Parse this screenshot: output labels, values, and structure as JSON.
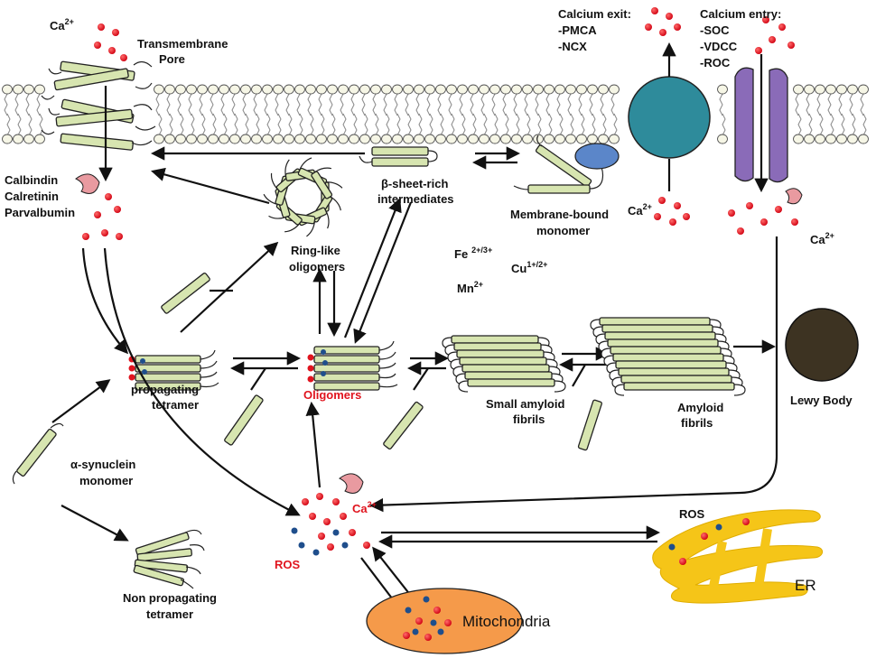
{
  "labels": {
    "ca_top": "Ca",
    "ca_sup": "2+",
    "transmembrane_pore": [
      "Transmembrane",
      "Pore"
    ],
    "calcium_exit": [
      "Calcium exit:",
      "-PMCA",
      "-NCX"
    ],
    "calcium_entry": [
      "Calcium entry:",
      "-SOC",
      "-VDCC",
      "-ROC"
    ],
    "calcium_binding_proteins": [
      "Calbindin",
      "Calretinin",
      "Parvalbumin"
    ],
    "beta_sheet": [
      "β-sheet-rich",
      "intermediates"
    ],
    "membrane_bound": [
      "Membrane-bound",
      "monomer"
    ],
    "ca_pump": "Ca",
    "ca_pump_sup": "2+",
    "ca_right": "Ca",
    "ca_right_sup": "2+",
    "ring_like": [
      "Ring-like",
      "oligomers"
    ],
    "fe": "Fe",
    "fe_sup": "2+/3+",
    "cu": "Cu",
    "cu_sup": "1+/2+",
    "mn": "Mn",
    "mn_sup": "2+",
    "propagating_tetramer": [
      "propagating",
      "tetramer"
    ],
    "oligomers": "Oligomers",
    "small_fibrils": [
      "Small amyloid",
      "fibrils"
    ],
    "amyloid_fibrils": [
      "Amyloid",
      "fibrils"
    ],
    "lewy_body": "Lewy Body",
    "monomer": [
      "α-synuclein",
      "monomer"
    ],
    "ca_center": "Ca",
    "ca_center_sup": "2+",
    "ros_center": "ROS",
    "ros_er": "ROS",
    "non_propagating": [
      "Non propagating",
      "tetramer"
    ],
    "mitochondria": "Mitochondria",
    "er": "ER"
  },
  "colors": {
    "calcium_dot": "#e0141e",
    "ros_dot": "#1f4e8c",
    "alpha_syn_rod": "#d7e5b0",
    "pump": "#2e8b9b",
    "channel": "#8a6bb8",
    "membrane_bound_protein": "#5b86c9",
    "lewy_body": "#3d3322",
    "mitochondria": "#f59a4a",
    "er": "#f5c518",
    "binding_protein": "#e99aa0"
  }
}
